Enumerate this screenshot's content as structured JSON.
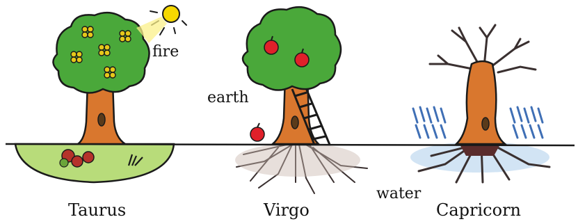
{
  "labels": {
    "fire": "fire",
    "earth": "earth",
    "water": "water"
  },
  "trees": [
    {
      "name": "Taurus"
    },
    {
      "name": "Virgo"
    },
    {
      "name": "Capricorn"
    }
  ],
  "colors": {
    "foliage": "#4aa83a",
    "trunk": "#d9772e",
    "ground_grass": "#b8dc7a",
    "sun": "#f6d800",
    "apple": "#e0202a",
    "rain": "#3f6fb5",
    "roots": "#3a3030"
  }
}
